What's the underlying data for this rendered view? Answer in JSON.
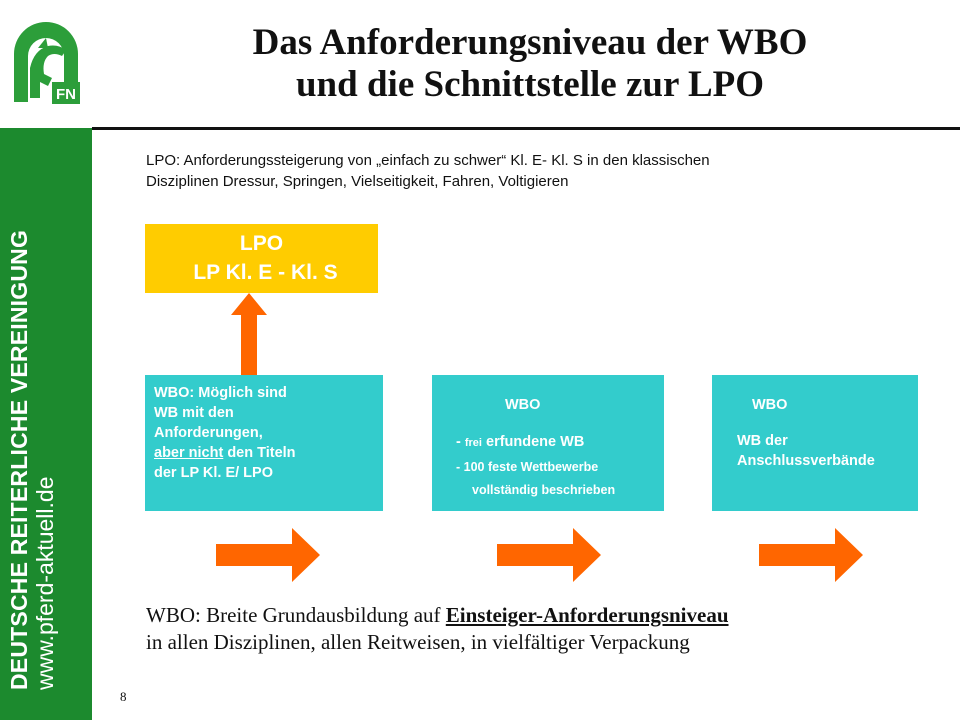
{
  "logo": {
    "text": "FN"
  },
  "sidebar": {
    "org": "DEUTSCHE REITERLICHE VEREINIGUNG",
    "url": "www.pferd-aktuell.de"
  },
  "title": {
    "line1": "Das Anforderungsniveau der WBO",
    "line2": "und die Schnittstelle zur LPO"
  },
  "intro": {
    "line1": "LPO: Anforderungssteigerung von „einfach zu schwer“  Kl. E- Kl. S in den klassischen",
    "line2": "Disziplinen Dressur, Springen, Vielseitigkeit, Fahren, Voltigieren"
  },
  "lpo_box": {
    "line1": "LPO",
    "line2": "LP Kl. E - Kl. S"
  },
  "box1": {
    "line1": "WBO: Möglich sind",
    "line2": "WB mit den",
    "line3": "Anforderungen,",
    "line4_underlined": "aber nicht",
    "line4_rest": " den Titeln",
    "line5": "der LP Kl. E/  LPO"
  },
  "box2": {
    "head": "WBO",
    "item1_dash": "- ",
    "item1_small": "frei",
    "item1_rest": " erfundene WB",
    "item2": "- 100 feste Wettbewerbe",
    "item3": "vollständig beschrieben"
  },
  "box3": {
    "head": "WBO",
    "line1": "WB  der",
    "line2": "Anschlussverbände"
  },
  "summary": {
    "line1_prefix": "WBO: Breite Grundausbildung auf ",
    "line1_underlined": "Einsteiger-Anforderungsniveau",
    "line2": "in allen Disziplinen, allen Reitweisen, in vielfältiger Verpackung"
  },
  "page_number": "8",
  "colors": {
    "sidebar": "#1c8a2e",
    "lpo_box": "#ffcc00",
    "wbo_box": "#33cccc",
    "arrow": "#ff6600"
  },
  "icons": {
    "logo": "fn-horse-logo-icon",
    "up_arrow": "arrow-up-icon",
    "right_arrow": "arrow-right-icon"
  }
}
